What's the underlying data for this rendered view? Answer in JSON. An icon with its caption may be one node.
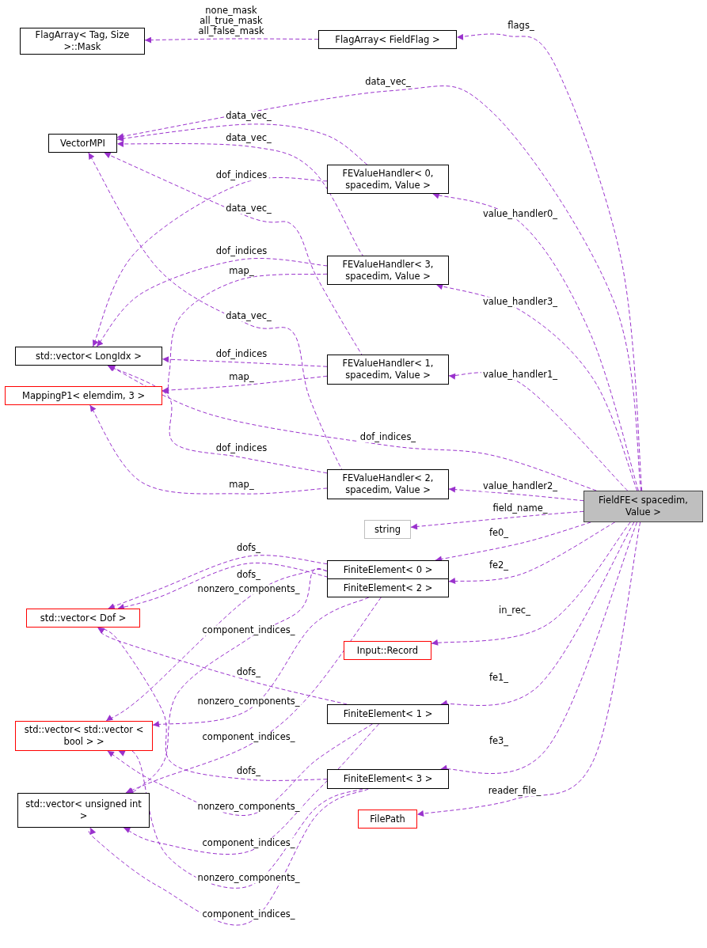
{
  "diagram": {
    "nodes": [
      {
        "text": [
          "FlagArray< Tag, Size >::Mask"
        ]
      },
      {
        "text": [
          "FlagArray< FieldFlag >"
        ]
      },
      {
        "text": [
          "VectorMPI"
        ]
      },
      {
        "text": [
          "FEValueHandler< 0, spacedim, Value >"
        ]
      },
      {
        "text": [
          "FEValueHandler< 3, spacedim, Value >"
        ]
      },
      {
        "text": [
          "std::vector< LongIdx >"
        ]
      },
      {
        "text": [
          "MappingP1< elemdim, 3 >"
        ]
      },
      {
        "text": [
          "FEValueHandler< 1, spacedim, Value >"
        ]
      },
      {
        "text": [
          "FEValueHandler< 2, spacedim, Value >"
        ]
      },
      {
        "text": [
          "FieldFE< spacedim, Value >"
        ]
      },
      {
        "text": [
          "string"
        ]
      },
      {
        "text": [
          "FiniteElement< 0 >"
        ]
      },
      {
        "text": [
          "std::vector< Dof >"
        ]
      },
      {
        "text": [
          "FiniteElement< 2 >"
        ]
      },
      {
        "text": [
          "Input::Record"
        ]
      },
      {
        "text": [
          "std::vector< std::vector < bool > >"
        ]
      },
      {
        "text": [
          "FiniteElement< 1 >"
        ]
      },
      {
        "text": [
          "std::vector< unsigned int >"
        ]
      },
      {
        "text": [
          "FiniteElement< 3 >"
        ]
      },
      {
        "text": [
          "FilePath"
        ]
      }
    ],
    "edges": [
      {
        "from": 1,
        "to": 0,
        "arrow": "to",
        "style": "dashed",
        "label": "none_mask all_true_mask all_false_mask"
      },
      {
        "from": 9,
        "to": 1,
        "arrow": "to",
        "style": "dashed",
        "label": "flags_"
      },
      {
        "from": 9,
        "to": 2,
        "arrow": "to",
        "style": "dashed",
        "label": "data_vec_"
      },
      {
        "from": 3,
        "to": 2,
        "arrow": "to",
        "style": "dashed",
        "label": "data_vec_"
      },
      {
        "from": 4,
        "to": 2,
        "arrow": "to",
        "style": "dashed",
        "label": "data_vec_"
      },
      {
        "from": 7,
        "to": 2,
        "arrow": "to",
        "style": "dashed",
        "label": "data_vec_"
      },
      {
        "from": 8,
        "to": 2,
        "arrow": "to",
        "style": "dashed",
        "label": "data_vec_"
      },
      {
        "from": 3,
        "to": 5,
        "arrow": "to",
        "style": "dashed",
        "label": "dof_indices"
      },
      {
        "from": 4,
        "to": 5,
        "arrow": "to",
        "style": "dashed",
        "label": "dof_indices"
      },
      {
        "from": 4,
        "to": 6,
        "arrow": "to",
        "style": "dashed",
        "label": "map_"
      },
      {
        "from": 7,
        "to": 5,
        "arrow": "to",
        "style": "dashed",
        "label": "dof_indices"
      },
      {
        "from": 7,
        "to": 6,
        "arrow": "to",
        "style": "dashed",
        "label": "map_"
      },
      {
        "from": 9,
        "to": 5,
        "arrow": "to",
        "style": "dashed",
        "label": "dof_indices_"
      },
      {
        "from": 8,
        "to": 5,
        "arrow": "to",
        "style": "dashed",
        "label": "dof_indices"
      },
      {
        "from": 8,
        "to": 6,
        "arrow": "to",
        "style": "dashed",
        "label": "map_"
      },
      {
        "from": 9,
        "to": 3,
        "arrow": "to",
        "style": "dashed",
        "label": "value_handler0_"
      },
      {
        "from": 9,
        "to": 4,
        "arrow": "to",
        "style": "dashed",
        "label": "value_handler3_"
      },
      {
        "from": 9,
        "to": 7,
        "arrow": "to",
        "style": "dashed",
        "label": "value_handler1_"
      },
      {
        "from": 9,
        "to": 8,
        "arrow": "to",
        "style": "dashed",
        "label": "value_handler2_"
      },
      {
        "from": 9,
        "to": 10,
        "arrow": "to",
        "style": "dashed",
        "label": "field_name_"
      },
      {
        "from": 9,
        "to": 11,
        "arrow": "to",
        "style": "dashed",
        "label": "fe0_"
      },
      {
        "from": 9,
        "to": 13,
        "arrow": "to",
        "style": "dashed",
        "label": "fe2_"
      },
      {
        "from": 9,
        "to": 14,
        "arrow": "to",
        "style": "dashed",
        "label": "in_rec_"
      },
      {
        "from": 9,
        "to": 16,
        "arrow": "to",
        "style": "dashed",
        "label": "fe1_"
      },
      {
        "from": 9,
        "to": 18,
        "arrow": "to",
        "style": "dashed",
        "label": "fe3_"
      },
      {
        "from": 9,
        "to": 19,
        "arrow": "to",
        "style": "dashed",
        "label": "reader_file_"
      },
      {
        "from": 11,
        "to": 12,
        "arrow": "to",
        "style": "dashed",
        "label": "dofs_"
      },
      {
        "from": 13,
        "to": 12,
        "arrow": "to",
        "style": "dashed",
        "label": "dofs_"
      },
      {
        "from": 11,
        "to": 15,
        "arrow": "to",
        "style": "dashed",
        "label": "nonzero_components_"
      },
      {
        "from": 11,
        "to": 17,
        "arrow": "to",
        "style": "dashed",
        "label": "component_indices_"
      },
      {
        "from": 16,
        "to": 12,
        "arrow": "to",
        "style": "dashed",
        "label": "dofs_"
      },
      {
        "from": 13,
        "to": 15,
        "arrow": "to",
        "style": "dashed",
        "label": "nonzero_components_"
      },
      {
        "from": 13,
        "to": 17,
        "arrow": "to",
        "style": "dashed",
        "label": "component_indices_"
      },
      {
        "from": 18,
        "to": 12,
        "arrow": "to",
        "style": "dashed",
        "label": "dofs_"
      },
      {
        "from": 16,
        "to": 15,
        "arrow": "to",
        "style": "dashed",
        "label": "nonzero_components_"
      },
      {
        "from": 16,
        "to": 17,
        "arrow": "to",
        "style": "dashed",
        "label": "component_indices_"
      },
      {
        "from": 18,
        "to": 15,
        "arrow": "to",
        "style": "dashed",
        "label": "nonzero_components_"
      },
      {
        "from": 18,
        "to": 17,
        "arrow": "to",
        "style": "dashed",
        "label": "component_indices_"
      }
    ]
  }
}
